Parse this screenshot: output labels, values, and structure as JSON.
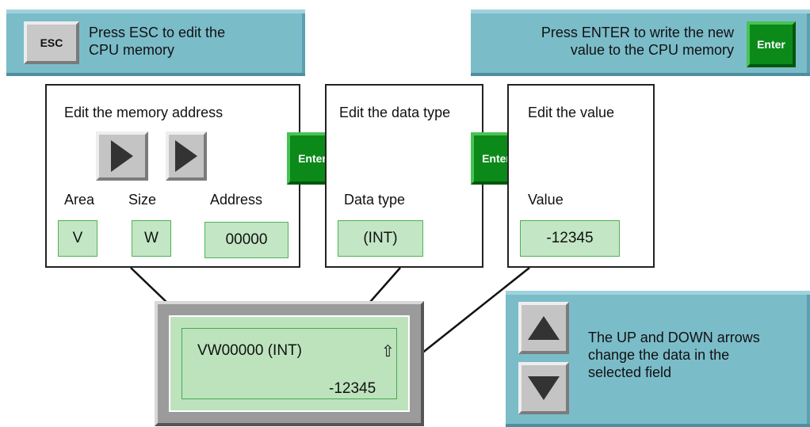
{
  "esc_banner": {
    "key_label": "ESC",
    "line1": "Press ESC to edit the",
    "line2": "CPU memory"
  },
  "enter_banner": {
    "key_label": "Enter",
    "line1": "Press ENTER to write the new",
    "line2": "value to the CPU memory"
  },
  "address_panel": {
    "title": "Edit the memory address",
    "area_label": "Area",
    "size_label": "Size",
    "address_label": "Address",
    "area_value": "V",
    "size_value": "W",
    "address_value": "00000"
  },
  "datatype_panel": {
    "title": "Edit the data type",
    "label": "Data type",
    "value": "(INT)"
  },
  "value_panel": {
    "title": "Edit the value",
    "label": "Value",
    "value": "-12345"
  },
  "enter_key_1": "Enter",
  "enter_key_2": "Enter",
  "lcd": {
    "line1": "VW00000 (INT)",
    "shift_symbol": "⇧",
    "line2": "-12345"
  },
  "updown_banner": {
    "line1": "The UP and DOWN arrows",
    "line2": "change the data in the",
    "line3": "selected field"
  },
  "icons": [
    "right-arrow-icon",
    "up-arrow-icon",
    "down-arrow-icon",
    "shift-icon"
  ],
  "colors": {
    "banner": "#7bbcc9",
    "enter_key": "#0b8a1a",
    "field": "#c3e6c4",
    "lcd": "#bde3bd"
  }
}
